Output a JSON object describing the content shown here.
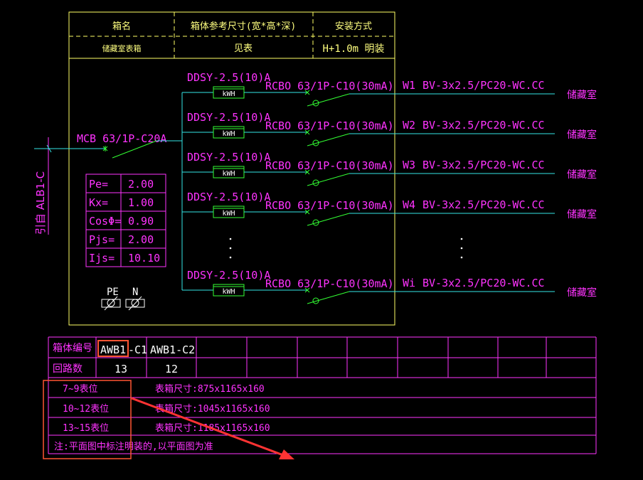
{
  "colors": {
    "frame": "#ffff66",
    "yellow_text": "#ffff80",
    "magenta": "#ff33ff",
    "cyan": "#33e6e6",
    "green": "#33ff33",
    "white": "#ffffff",
    "highlight": "#ff5533",
    "arrow": "#ff3333"
  },
  "header": {
    "col1": "箱名",
    "col2": "箱体参考尺寸(宽*高*深)",
    "col3": "安装方式",
    "val1": "储藏室表箱",
    "val2": "见表",
    "val3": "H+1.0m 明装"
  },
  "incoming": {
    "label": "引自 ALB1-C",
    "main_breaker": "MCB 63/1P-C20A"
  },
  "load_table": [
    {
      "key": "Pe=",
      "value": "2.00"
    },
    {
      "key": "Kx=",
      "value": "1.00"
    },
    {
      "key": "CosΦ=",
      "value": "0.90"
    },
    {
      "key": "Pjs=",
      "value": "2.00"
    },
    {
      "key": "Ijs=",
      "value": "10.10"
    }
  ],
  "terminals": {
    "pe": "PE",
    "n": "N"
  },
  "circuits": [
    {
      "meter": "DDSY-2.5(10)A",
      "kwh": "kWH",
      "rcbo": "RCBO 63/1P-C10(30mA)",
      "id": "W1",
      "cable": "BV-3x2.5/PC20-WC.CC",
      "dest": "储藏室"
    },
    {
      "meter": "DDSY-2.5(10)A",
      "kwh": "kWH",
      "rcbo": "RCBO 63/1P-C10(30mA)",
      "id": "W2",
      "cable": "BV-3x2.5/PC20-WC.CC",
      "dest": "储藏室"
    },
    {
      "meter": "DDSY-2.5(10)A",
      "kwh": "kWH",
      "rcbo": "RCBO 63/1P-C10(30mA)",
      "id": "W3",
      "cable": "BV-3x2.5/PC20-WC.CC",
      "dest": "储藏室"
    },
    {
      "meter": "DDSY-2.5(10)A",
      "kwh": "kWH",
      "rcbo": "RCBO 63/1P-C10(30mA)",
      "id": "W4",
      "cable": "BV-3x2.5/PC20-WC.CC",
      "dest": "储藏室"
    },
    {
      "meter": "DDSY-2.5(10)A",
      "kwh": "kWH",
      "rcbo": "RCBO 63/1P-C10(30mA)",
      "id": "Wi",
      "cable": "BV-3x2.5/PC20-WC.CC",
      "dest": "储藏室"
    }
  ],
  "bottom_table": {
    "row1_label": "箱体编号",
    "box1_highlight": "AWB1",
    "box1_rest": "-C1",
    "box2": "AWB1-C2",
    "row2_label": "回路数",
    "count1": "13",
    "count2": "12",
    "size_rows": [
      {
        "range": "7~9表位",
        "size": "表箱尺寸:875x1165x160"
      },
      {
        "range": "10~12表位",
        "size": "表箱尺寸:1045x1165x160"
      },
      {
        "range": "13~15表位",
        "size": "表箱尺寸:1185x1165x160"
      }
    ],
    "note": "注:平面图中标注明装的,以平面图为准"
  }
}
